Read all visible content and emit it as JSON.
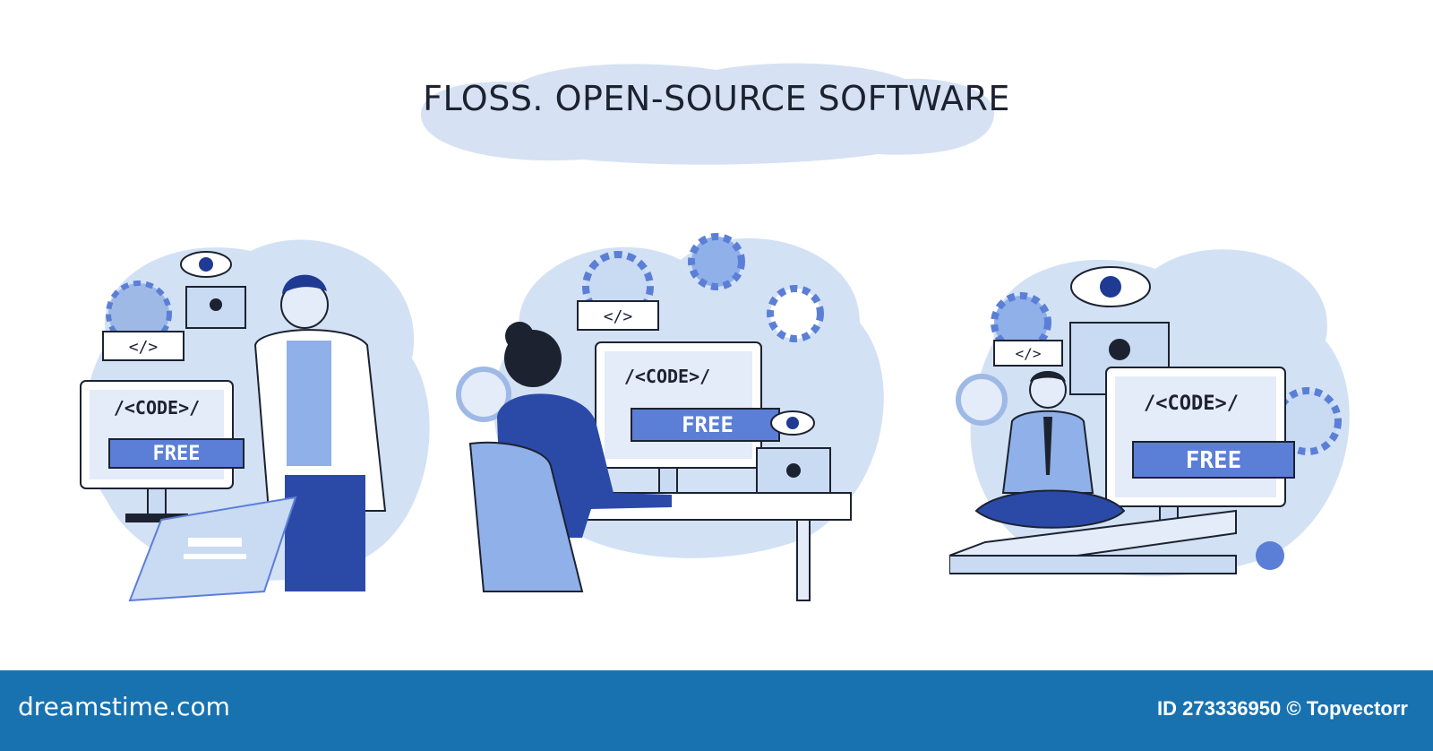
{
  "title": "FLOSS. OPEN-SOURCE SOFTWARE",
  "scenes": [
    {
      "code_tag": "</>",
      "screen_code": "/<CODE>/",
      "screen_button": "FREE"
    },
    {
      "code_tag": "</>",
      "screen_code": "/<CODE>/",
      "screen_button": "FREE"
    },
    {
      "code_tag": "</>",
      "screen_code": "/<CODE>/",
      "screen_button": "FREE"
    }
  ],
  "footer": {
    "brand": "dreamstime.com",
    "id_label": "ID 273336950",
    "copyright_symbol": "©",
    "author": "Topvectorr"
  },
  "colors": {
    "accent_blue": "#5b7fd6",
    "light_blue": "#c9daf3",
    "pale_blue": "#e3ecf8",
    "dark_navy": "#1f3a93",
    "footer_bar": "#1872b0"
  }
}
